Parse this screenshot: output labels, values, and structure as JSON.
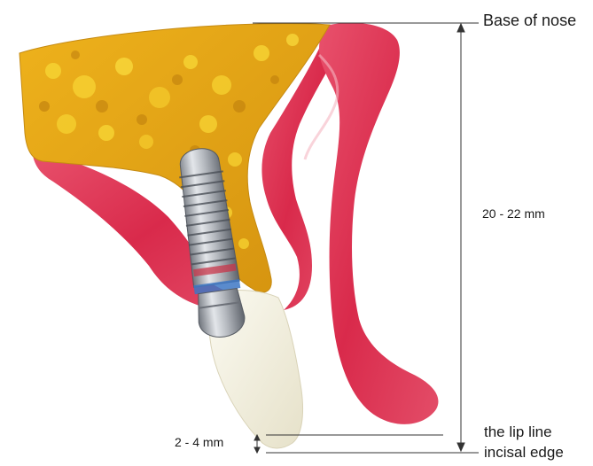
{
  "labels": {
    "base_of_nose": "Base of nose",
    "height_range": "20 - 22 mm",
    "lip_line": "the lip line",
    "incisal_edge": "incisal edge",
    "gap_range": "2 - 4 mm"
  },
  "colors": {
    "bone": "#e2a313",
    "bone_light": "#f4cc2c",
    "bone_dark": "#b8780c",
    "soft_tissue": "#dc2d4e",
    "soft_tissue_light": "#ec7f92",
    "tooth_crown": "#f3f0e2",
    "implant_metal": "#9ea3ab",
    "line": "#333333"
  },
  "icons": {
    "implant": "dental-implant-icon",
    "tooth": "tooth-crown-icon"
  }
}
